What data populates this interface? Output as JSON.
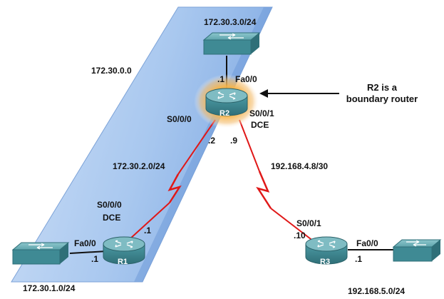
{
  "networks": {
    "top_lan": "172.30.3.0/24",
    "classful": "172.30.0.0",
    "r1_r2_link": "172.30.2.0/24",
    "r2_r3_link": "192.168.4.8/30",
    "r1_lan": "172.30.1.0/24",
    "r3_lan": "192.168.5.0/24"
  },
  "routers": {
    "r1": {
      "name": "R1"
    },
    "r2": {
      "name": "R2"
    },
    "r3": {
      "name": "R3"
    }
  },
  "interfaces": {
    "r2_fa00": "Fa0/0",
    "r2_fa00_host": ".1",
    "r2_s000": "S0/0/0",
    "r2_s001": "S0/0/1",
    "r2_s001_dce": "DCE",
    "r2_s000_host": ".2",
    "r2_s001_host": ".9",
    "r1_s000": "S0/0/0",
    "r1_s000_dce": "DCE",
    "r1_s000_host": ".1",
    "r1_fa00": "Fa0/0",
    "r1_fa00_host": ".1",
    "r3_s001": "S0/0/1",
    "r3_s001_host": ".10",
    "r3_fa00": "Fa0/0",
    "r3_fa00_host": ".1"
  },
  "annotation": {
    "line1": "R2 is a",
    "line2": "boundary router"
  },
  "colors": {
    "serial_link": "#e01818",
    "ethernet_link": "#111111",
    "band_fill": "#aecbf0",
    "device_body": "#3f8a94",
    "device_top": "#6fb3bb",
    "highlight_glow": "#f0a030"
  },
  "icons": [
    "router-icon",
    "switch-icon",
    "arrow-left-icon"
  ]
}
